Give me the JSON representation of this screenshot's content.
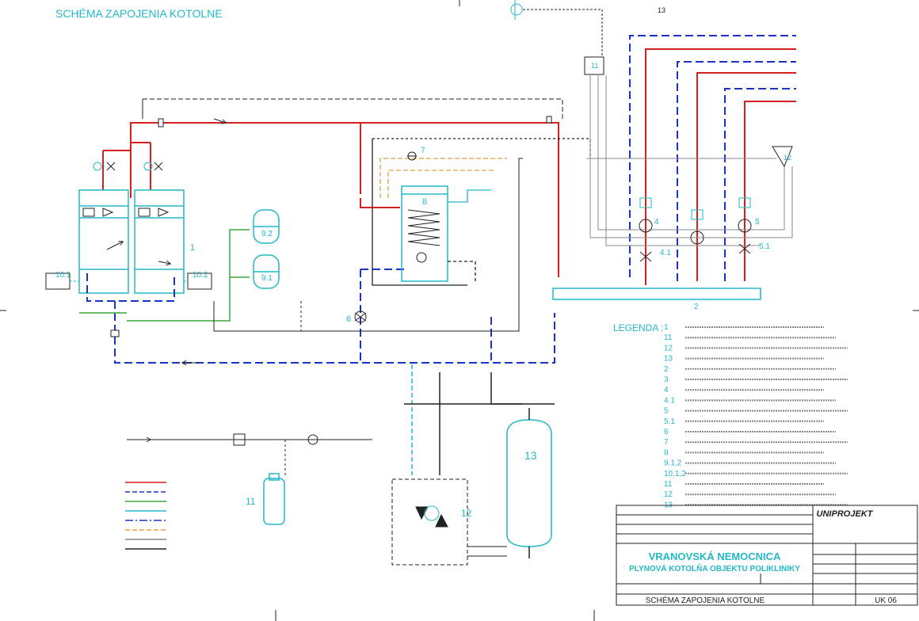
{
  "title": "SCHÉMA ZAPOJENIA KOTOLNE",
  "legend_heading": "LEGENDA :",
  "node_labels": {
    "boiler": "1",
    "manifold": "2",
    "unit4": "4",
    "unit41": "4.1",
    "unit5": "5",
    "unit51": "5.1",
    "pump6": "6",
    "pump7": "7",
    "heater8": "8",
    "tank91": "9.1",
    "tank92": "9.2",
    "box101": "10.1",
    "box102": "10.2",
    "bottle11": "11",
    "control12": "12",
    "tank13": "13",
    "n11top": "11",
    "n12top": "12",
    "n13top": "13"
  },
  "legend_numbers": [
    "1",
    "11",
    "12",
    "13",
    "2",
    "3",
    "4",
    "4.1",
    "5",
    "5.1",
    "6",
    "7",
    "8",
    "9.1,2",
    "10.1,2",
    "11",
    "12",
    "13"
  ],
  "title_block": {
    "company": "UNIPROJEKT",
    "project": "VRANOVSKÁ NEMOCNICA",
    "subtitle": "PLYNOVÁ KOTOLŇA OBJEKTU POLIKLINIKY",
    "drawing": "SCHÉMA ZAPOJENIA KOTOLNE",
    "number": "UK 06"
  },
  "colors": {
    "supply": "#d42020",
    "return": "#1a33c7",
    "gas": "#3aa83a",
    "annotation": "#22b8c8",
    "line": "#222222",
    "orange": "#e0a040"
  }
}
